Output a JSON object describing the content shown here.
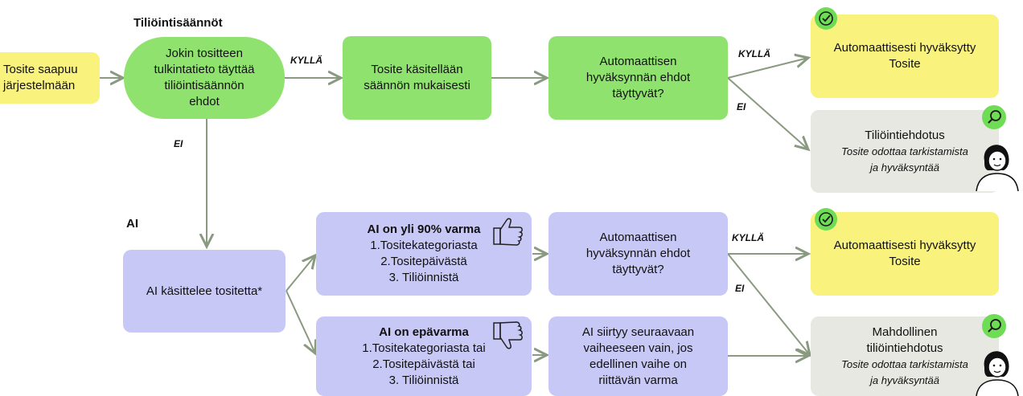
{
  "headings": {
    "rules": "Tiliöintisäännöt",
    "ai": "AI"
  },
  "start": {
    "line1": "Tosite saapuu",
    "line2": "järjestelmään"
  },
  "rule_check": {
    "line1": "Jokin tositteen",
    "line2": "tulkintatieto täyttää",
    "line3": "tiliöintisäännön",
    "line4": "ehdot"
  },
  "processed": {
    "line1": "Tosite käsitellään",
    "line2": "säännön mukaisesti"
  },
  "auto_check_top": {
    "line1": "Automaattisen",
    "line2": "hyväksynnän ehdot",
    "line3": "täyttyvät?"
  },
  "approved_top": {
    "line1": "Automaattisesti hyväksytty",
    "line2": "Tosite"
  },
  "suggestion_top": {
    "line1": "Tiliöintiehdotus",
    "line2": "Tosite odottaa tarkistamista",
    "line3": "ja hyväksyntää"
  },
  "ai_process": {
    "text": "AI käsittelee tositetta*"
  },
  "ai_sure": {
    "title": "AI on yli 90% varma",
    "item1": "1.Tositekategoriasta",
    "item2": "2.Tositepäivästä",
    "item3": "3. Tiliöinnistä"
  },
  "ai_unsure": {
    "title": "AI on epävarma",
    "item1": "1.Tositekategoriasta tai",
    "item2": "2.Tositepäivästä tai",
    "item3": "3. Tiliöinnistä"
  },
  "auto_check_bottom": {
    "line1": "Automaattisen",
    "line2": "hyväksynnän ehdot",
    "line3": "täyttyvät?"
  },
  "next_phase": {
    "line1": "AI siirtyy seuraavaan",
    "line2": "vaiheeseen vain, jos",
    "line3": "edellinen vaihe on",
    "line4": "riittävän varma"
  },
  "approved_bottom": {
    "line1": "Automaattisesti hyväksytty",
    "line2": "Tosite"
  },
  "suggestion_bottom": {
    "line1": "Mahdollinen",
    "line2": "tiliöintiehdotus",
    "line3": "Tosite odottaa tarkistamista",
    "line4": "ja hyväksyntää"
  },
  "edge_labels": {
    "yes1": "KYLLÄ",
    "yes2": "KYLLÄ",
    "yes3": "KYLLÄ",
    "no1": "EI",
    "no2": "EI",
    "no3": "EI"
  },
  "colors": {
    "green": "#90e26f",
    "yellow": "#f9f27c",
    "grey": "#e7e8e1",
    "purple": "#c8c8f6",
    "arrow": "#8a9a80"
  },
  "icons": [
    "check-circle-icon",
    "magnifier-icon",
    "thumbs-up-icon",
    "thumbs-down-icon",
    "person-icon"
  ]
}
